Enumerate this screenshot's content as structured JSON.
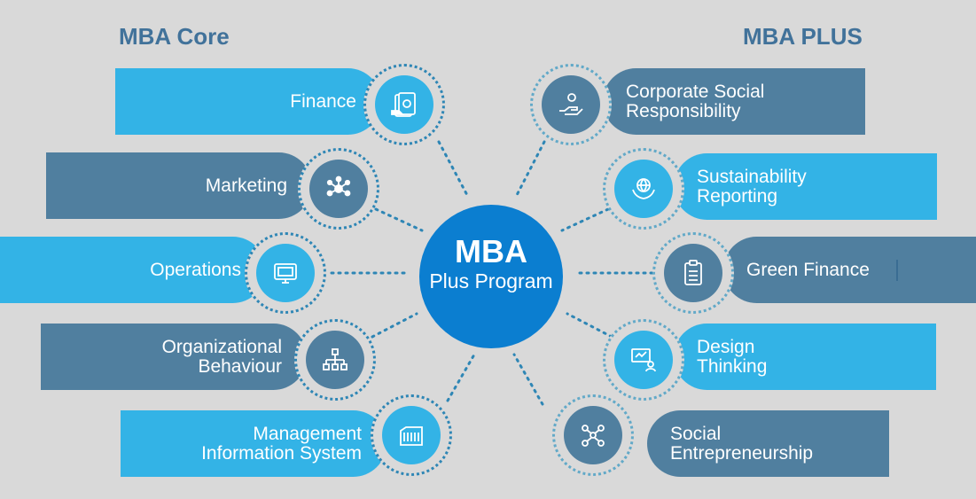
{
  "headings": {
    "core": "MBA Core",
    "plus": "MBA PLUS"
  },
  "center": {
    "title": "MBA",
    "subtitle": "Plus Program"
  },
  "colors": {
    "background": "#d9d9d9",
    "light_blue": "#33b3e6",
    "slate_blue": "#507f9f",
    "hub_blue": "#0b7ed0",
    "heading": "#41729a"
  },
  "core_items": [
    {
      "label": "Finance",
      "icon": "money-icon",
      "color": "light"
    },
    {
      "label": "Marketing",
      "icon": "network-icon",
      "color": "slate"
    },
    {
      "label": "Operations",
      "icon": "monitor-icon",
      "color": "light"
    },
    {
      "label": "Organizational\nBehaviour",
      "icon": "org-chart-icon",
      "color": "slate"
    },
    {
      "label": "Management\nInformation System",
      "icon": "server-icon",
      "color": "light"
    }
  ],
  "plus_items": [
    {
      "label": "Corporate Social\nResponsibility",
      "icon": "handshake-icon",
      "color": "slate"
    },
    {
      "label": "Sustainability\nReporting",
      "icon": "globe-hands-icon",
      "color": "light"
    },
    {
      "label": "Green Finance",
      "icon": "clipboard-icon",
      "color": "slate"
    },
    {
      "label": "Design\nThinking",
      "icon": "presentation-icon",
      "color": "light"
    },
    {
      "label": "Social\nEntrepreneurship",
      "icon": "people-network-icon",
      "color": "slate"
    }
  ]
}
